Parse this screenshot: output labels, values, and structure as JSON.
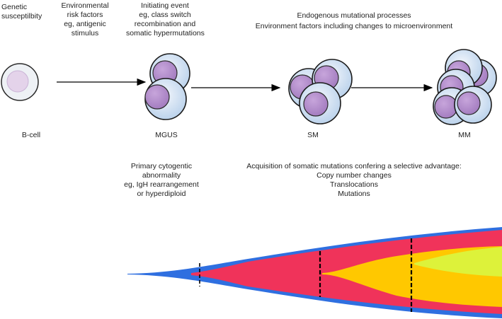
{
  "annotations": {
    "genetic": [
      "Genetic",
      "susceptilbity"
    ],
    "environmental": [
      "Environmental",
      "risk factors",
      "eg, antigenic",
      "stimulus"
    ],
    "initiating": [
      "Initiating event",
      "eg, class switch",
      "recombination and",
      "somatic hypermutations"
    ],
    "endogenous": [
      "Endogenous mutational processes",
      "Environment factors including changes to microenvironment"
    ],
    "primary": [
      "Primary cytogentic",
      "abnormality",
      "eg, IgH rearrangement",
      "or hyperdiploid"
    ],
    "acquisition": [
      "Acquisition of somatic mutations confering a selective advantage:",
      "Copy number changes",
      "Translocations",
      "Mutations"
    ]
  },
  "stages": [
    {
      "label": "B-cell"
    },
    {
      "label": "MGUS"
    },
    {
      "label": "SM"
    },
    {
      "label": "MM"
    }
  ],
  "colors": {
    "cell_membrane": "#2a2a2a",
    "cell_fill_light": "#e6eef8",
    "cell_fill_blue": "#c8dcf0",
    "nucleus": "#b48fcc",
    "nucleus_light": "#e2cfe8",
    "arrow": "#000000",
    "clone_blue": "#2f6fe0",
    "clone_red": "#f0335a",
    "clone_yellow": "#ffc800",
    "clone_green": "#ddf23a",
    "divider": "#000000"
  }
}
